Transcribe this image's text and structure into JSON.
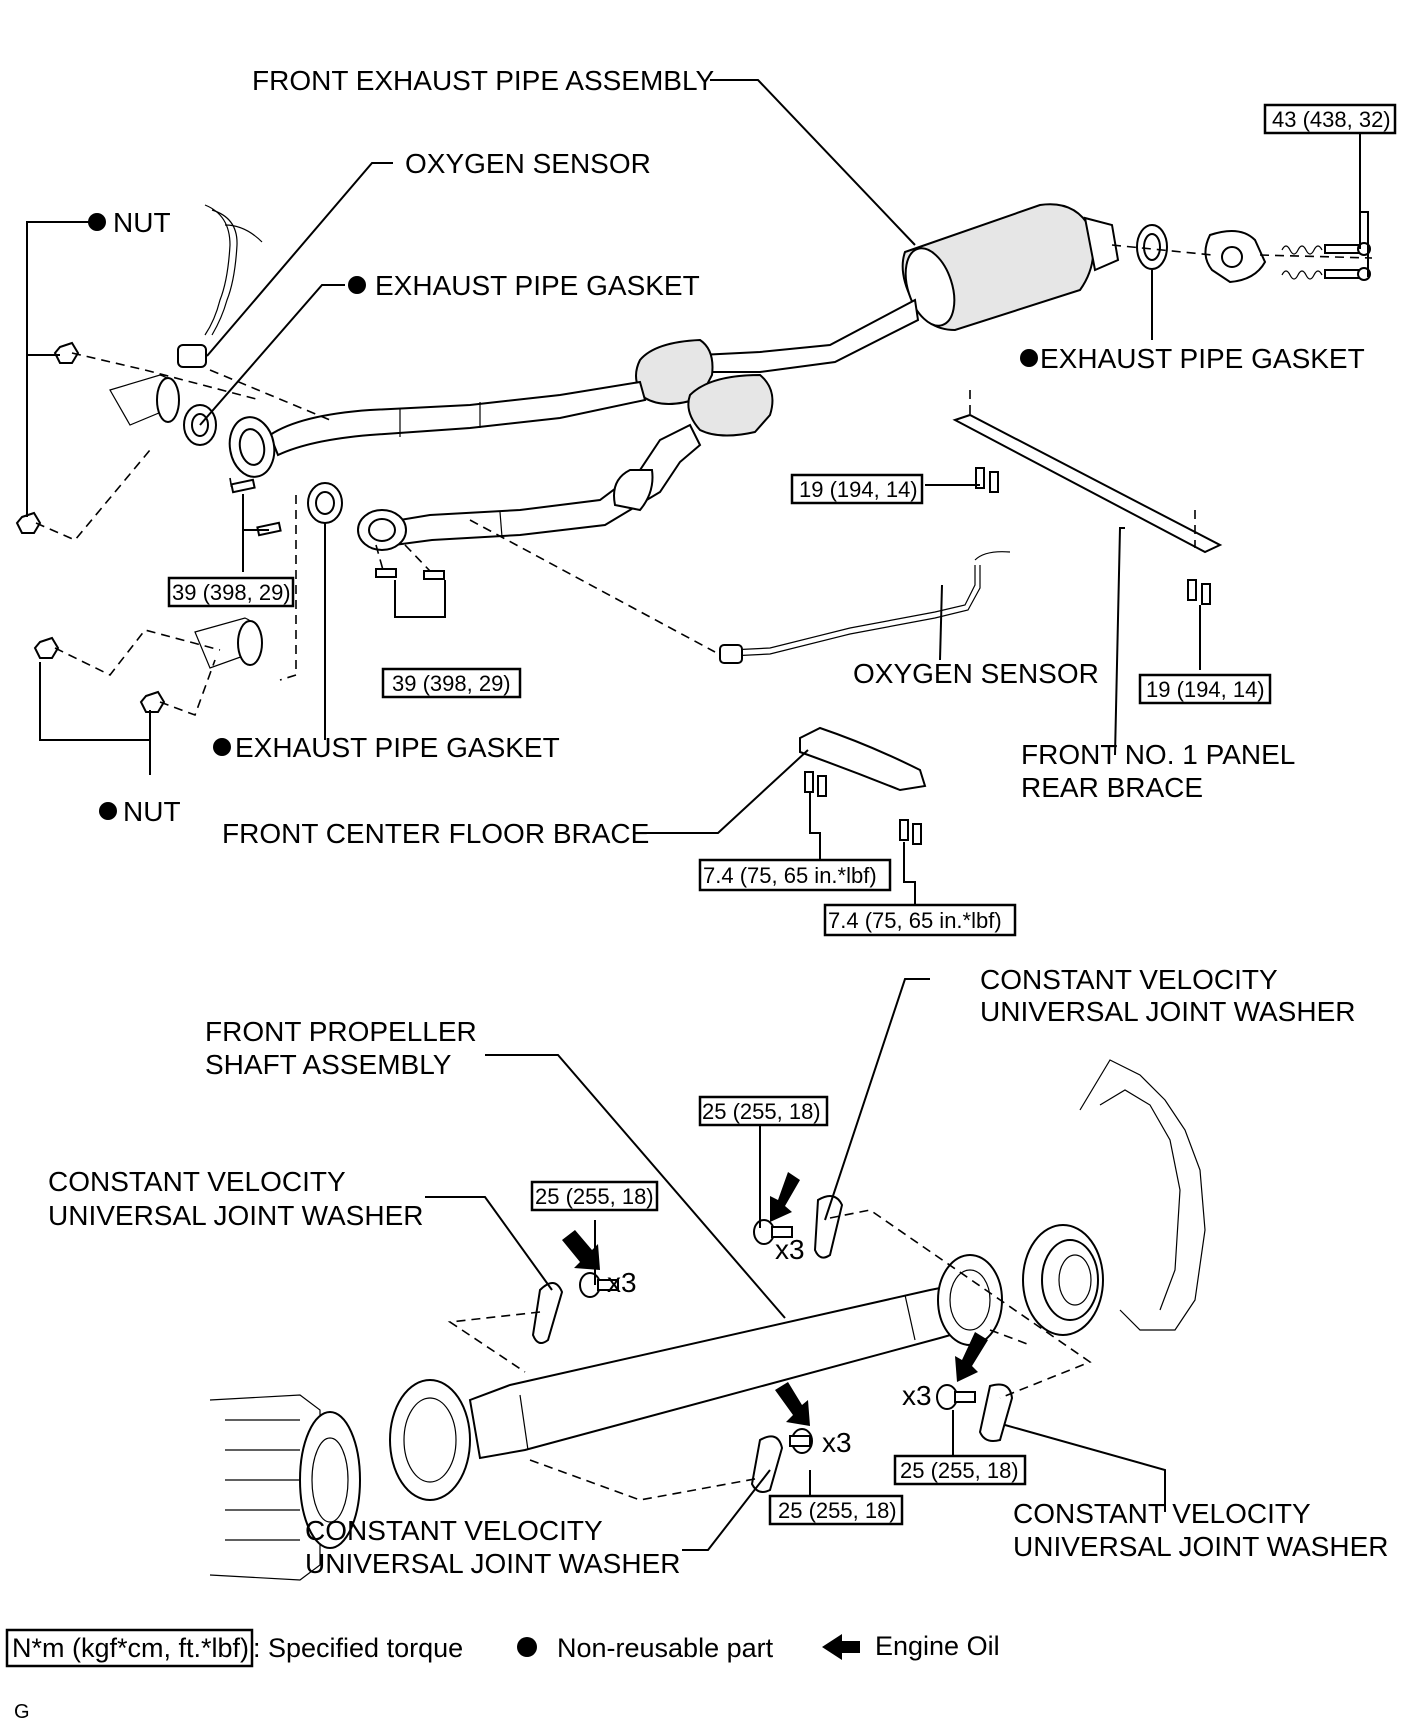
{
  "labels": {
    "front_exhaust_pipe_assembly": "FRONT EXHAUST PIPE ASSEMBLY",
    "oxygen_sensor_top": "OXYGEN SENSOR",
    "nut_top": "NUT",
    "exhaust_pipe_gasket_left": "EXHAUST PIPE GASKET",
    "exhaust_pipe_gasket_right": "EXHAUST PIPE GASKET",
    "exhaust_pipe_gasket_lower": "EXHAUST PIPE GASKET",
    "nut_bottom": "NUT",
    "oxygen_sensor_right": "OXYGEN SENSOR",
    "front_no1_panel_line1": "FRONT NO. 1 PANEL",
    "front_no1_panel_line2": "REAR BRACE",
    "front_center_floor_brace": "FRONT CENTER FLOOR BRACE",
    "cv_washer_top_right_line1": "CONSTANT VELOCITY",
    "cv_washer_top_right_line2": "UNIVERSAL JOINT WASHER",
    "front_propeller_line1": "FRONT PROPELLER",
    "front_propeller_line2": "SHAFT ASSEMBLY",
    "cv_washer_left_line1": "CONSTANT VELOCITY",
    "cv_washer_left_line2": "UNIVERSAL JOINT WASHER",
    "cv_washer_bottom_left_line1": "CONSTANT VELOCITY",
    "cv_washer_bottom_left_line2": "UNIVERSAL JOINT WASHER",
    "cv_washer_bottom_right_line1": "CONSTANT VELOCITY",
    "cv_washer_bottom_right_line2": "UNIVERSAL JOINT WASHER"
  },
  "torques": {
    "flange_bolts_right": "43 (438, 32)",
    "brace_bolt_left": "19 (194, 14)",
    "brace_bolt_right": "19 (194, 14)",
    "pipe_bolts_left": "39 (398, 29)",
    "pipe_bolts_center": "39 (398, 29)",
    "floor_brace_left": "7.4 (75, 65 in.*lbf)",
    "floor_brace_right": "7.4 (75, 65 in.*lbf)",
    "cv_bolt_top": "25 (255, 18)",
    "cv_bolt_left": "25 (255, 18)",
    "cv_bolt_bottom_center": "25 (255, 18)",
    "cv_bolt_bottom_right": "25 (255, 18)"
  },
  "quantities": {
    "top": "x3",
    "left": "x3",
    "bottom_center": "x3",
    "bottom_right": "x3"
  },
  "legend": {
    "torque_box": "N*m (kgf*cm, ft.*lbf)",
    "torque_desc": ": Specified torque",
    "nonreusable_desc": "Non-reusable part",
    "engine_oil_desc": "Engine Oil"
  },
  "footer_code": "G",
  "icons": {
    "non_reusable": "filled-circle-icon",
    "engine_oil": "black-arrow-icon"
  }
}
